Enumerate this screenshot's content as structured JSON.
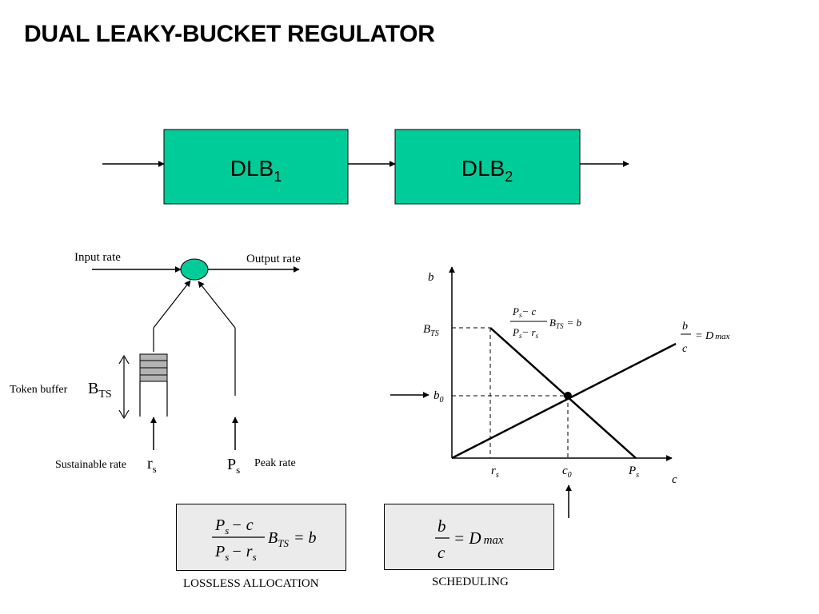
{
  "title": "DUAL LEAKY-BUCKET REGULATOR",
  "colors": {
    "block_fill": "#00cc99",
    "token_fill": "#b3b3b3",
    "formula_bg": "#ebebeb"
  },
  "blocks": [
    {
      "name": "DLB",
      "sub": "1"
    },
    {
      "name": "DLB",
      "sub": "2"
    }
  ],
  "bucket": {
    "input_rate": "Input rate",
    "output_rate": "Output rate",
    "token_buffer": "Token buffer",
    "btoken_main": "B",
    "btoken_sub": "TS",
    "sustainable_rate": "Sustainable rate",
    "rs_main": "r",
    "rs_sub": "s",
    "ps_main": "P",
    "ps_sub": "s",
    "peak_rate": "Peak rate"
  },
  "graph": {
    "y_axis": "b",
    "x_axis": "c",
    "bts_main": "B",
    "bts_sub": "TS",
    "b0_main": "b",
    "b0_sub": "0",
    "rs_main": "r",
    "rs_sub": "s",
    "c0_main": "c",
    "c0_sub": "0",
    "ps_main": "P",
    "ps_sub": "s"
  },
  "formulas": {
    "lossless": {
      "num_P": "P",
      "num_s": "s",
      "num_minus": "− c",
      "den_P": "P",
      "den_s": "s",
      "den_minus": "− r",
      "den_s2": "s",
      "B": "B",
      "TS": "TS",
      "eq": "= b"
    },
    "scheduling": {
      "num": "b",
      "den": "c",
      "eq": "= D",
      "max": "max"
    }
  },
  "captions": {
    "lossless": "LOSSLESS ALLOCATION",
    "scheduling": "SCHEDULING"
  }
}
